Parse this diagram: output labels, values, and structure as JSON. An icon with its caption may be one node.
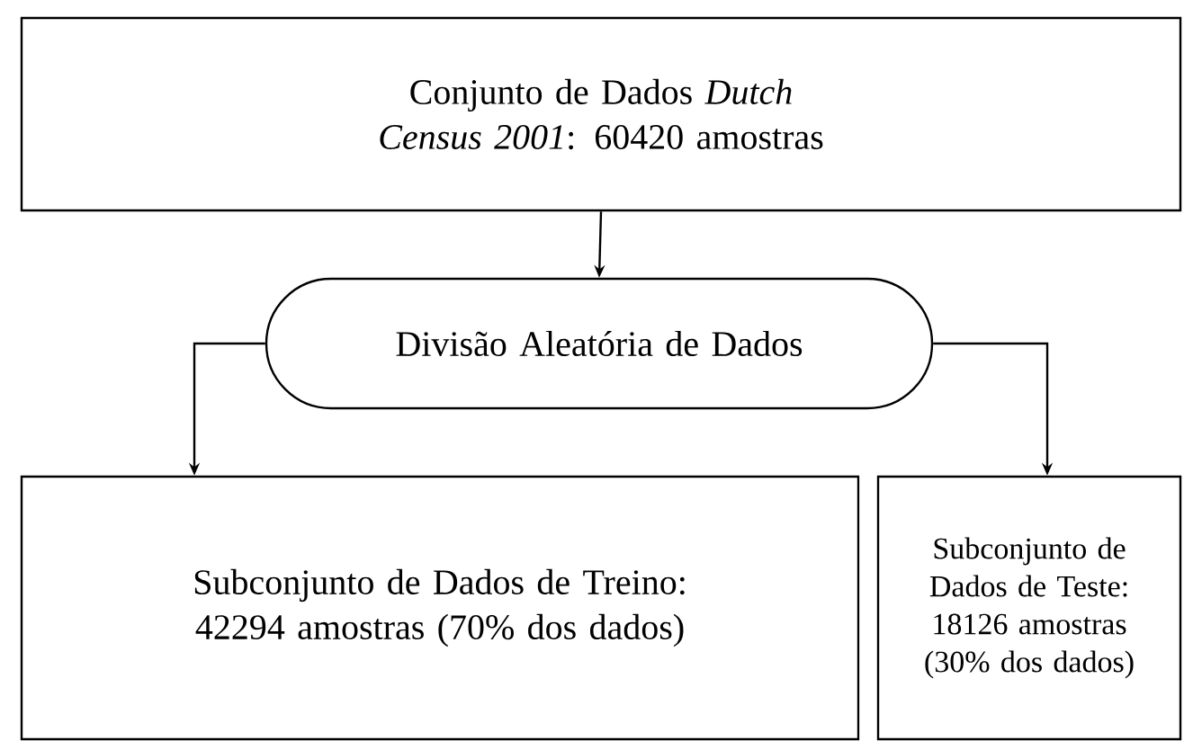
{
  "diagram": {
    "nodes": [
      {
        "text": [
          "Conjunto de Dados *Dutch Census 2001*: 60420 amostras"
        ]
      },
      {
        "text": [
          "Divisão Aleatória de Dados"
        ]
      },
      {
        "text": [
          "Subconjunto de Dados de Treino: 42294 amostras (70% dos dados)"
        ]
      },
      {
        "text": [
          "Subconjunto de Dados de Teste: 18126 amostras (30% dos dados)"
        ]
      }
    ],
    "edges": [
      {
        "from": 0,
        "to": 1,
        "arrow": "to"
      },
      {
        "from": 1,
        "to": 2,
        "arrow": "to"
      },
      {
        "from": 1,
        "to": 3,
        "arrow": "to"
      }
    ]
  }
}
